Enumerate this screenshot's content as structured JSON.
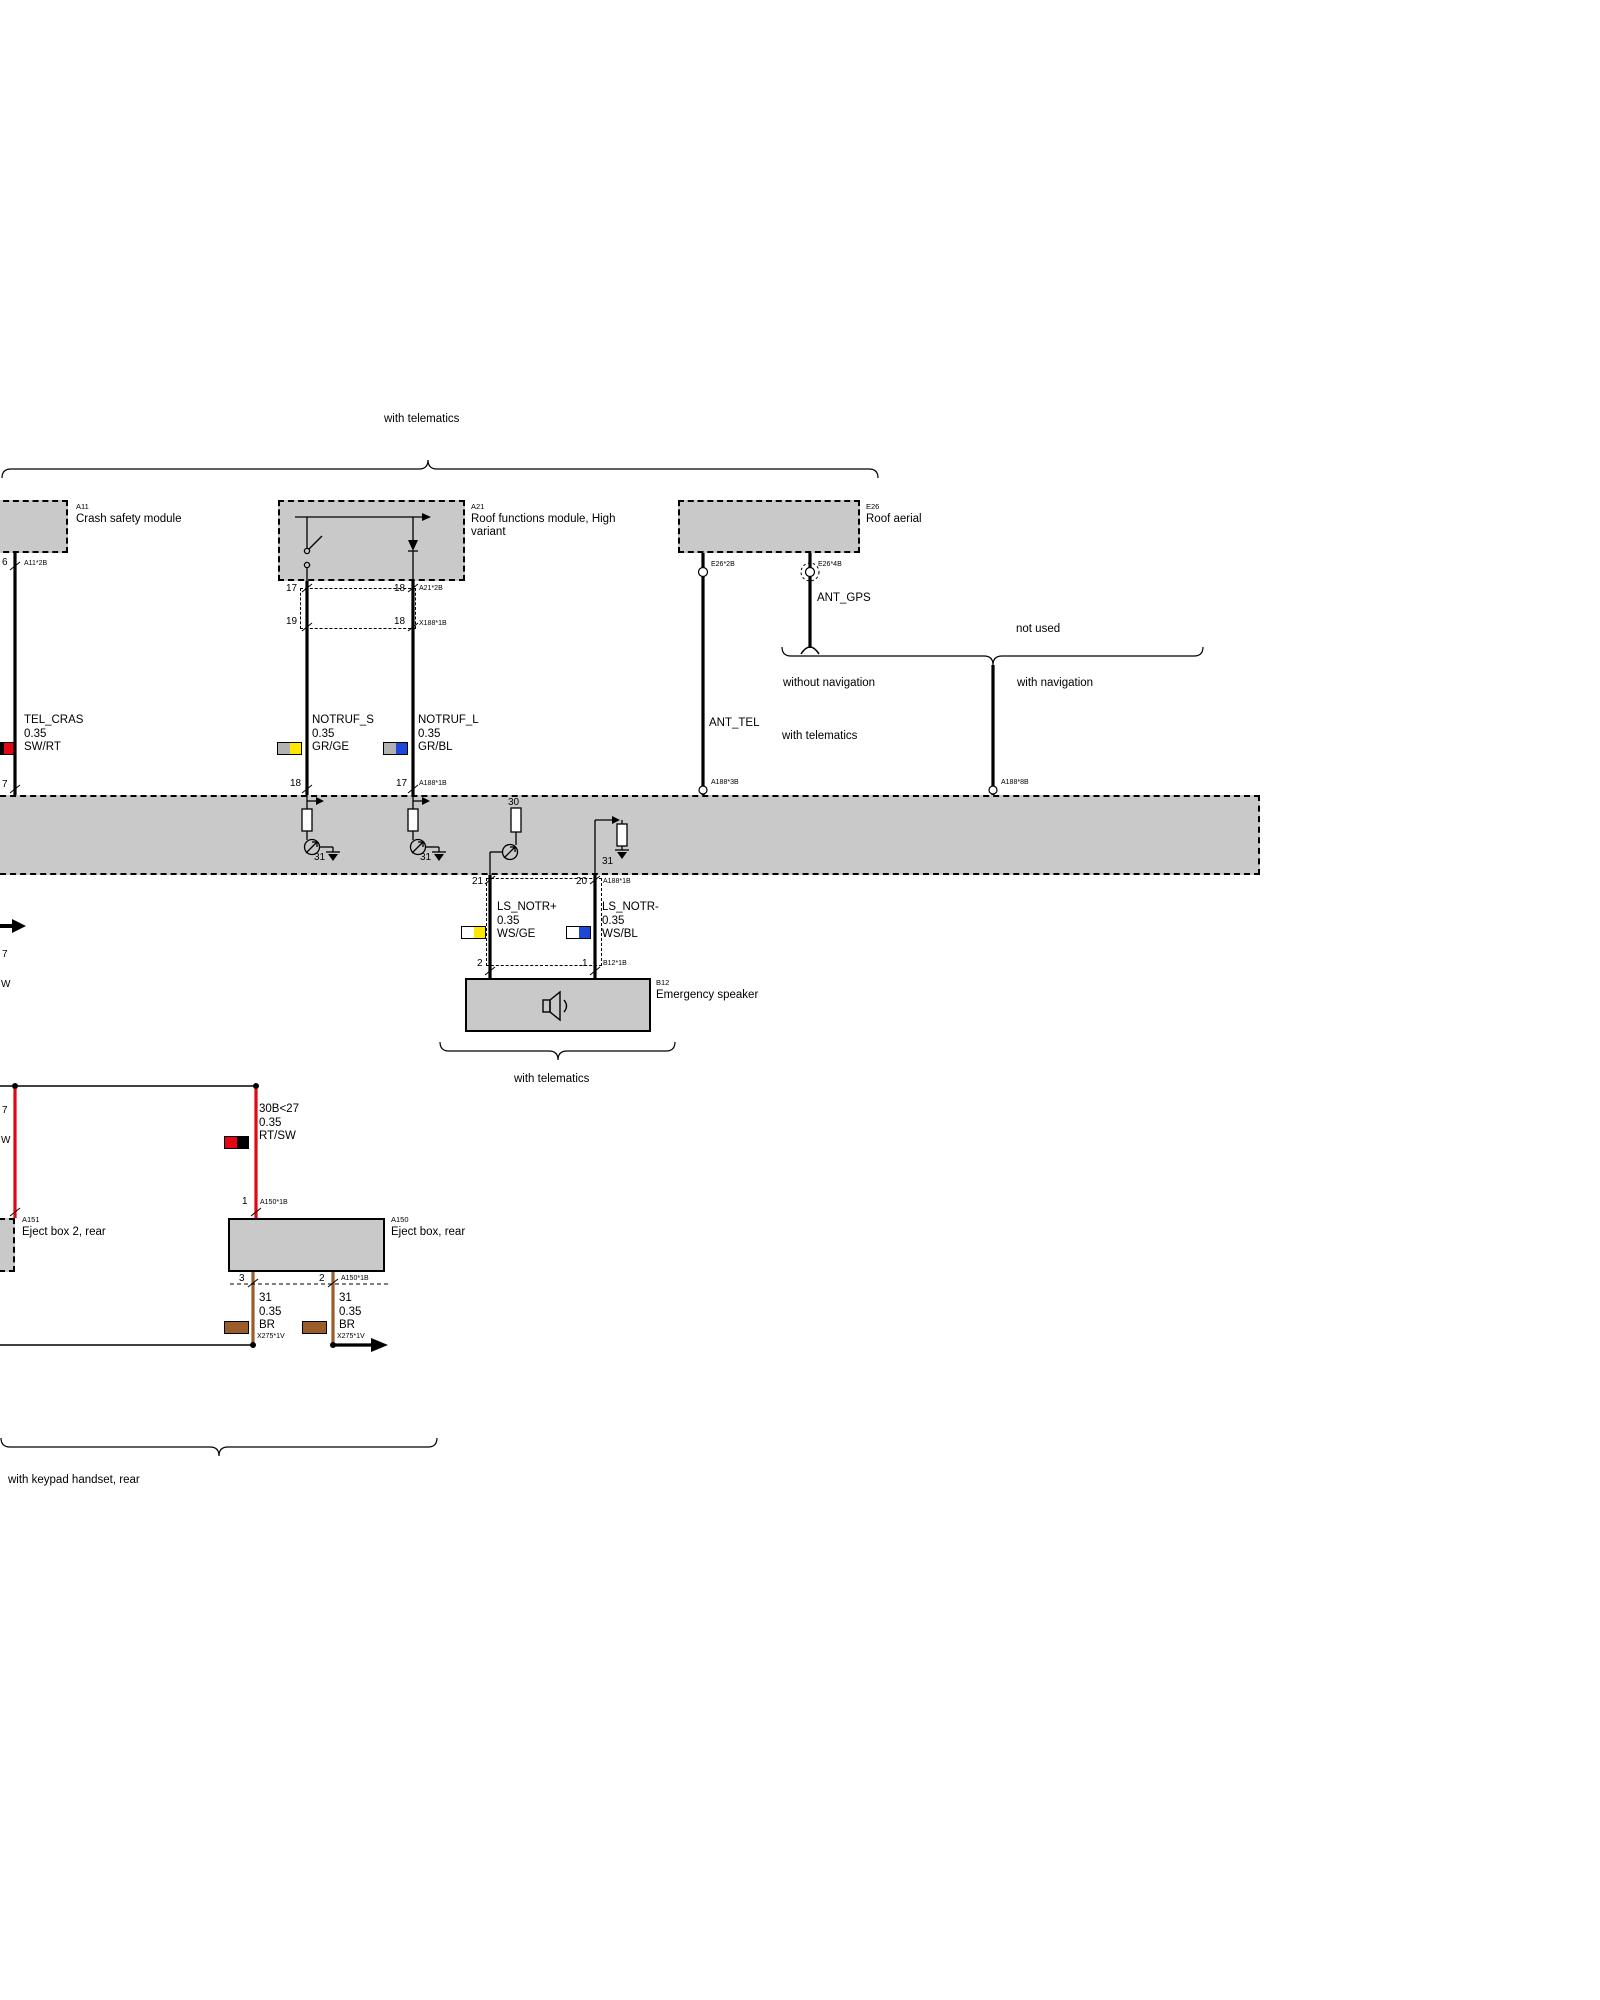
{
  "colors": {
    "box_fill": "#c9c9c9",
    "wire_black": "#000000",
    "wire_red": "#e30613",
    "wire_brown": "#9a5c28",
    "swatch_yellow": "#ffe600",
    "swatch_blue": "#1d47d8",
    "swatch_gray": "#b2b2b2",
    "swatch_white": "#ffffff"
  },
  "icons": {
    "speaker": "speaker-icon",
    "ground": "ground-icon",
    "continuation_arrow": "arrow-right-icon",
    "transistor": "transistor-icon"
  },
  "braces": {
    "top": "with telematics",
    "not_used": "not used",
    "without_nav": "without navigation",
    "with_nav": "with navigation",
    "ant_tel_option": "with telematics",
    "speaker": "with telematics",
    "bottom": "with keypad handset, rear"
  },
  "a11": {
    "code": "A11",
    "name": "Crash safety module",
    "pin_top": "6",
    "conn_top": "A11*2B"
  },
  "tel_cras": {
    "name": "TEL_CRAS",
    "size": "0.35",
    "color": "SW/RT",
    "pin_bottom": "7"
  },
  "a21": {
    "code": "A21",
    "name1": "Roof functions module, High",
    "name2": "variant",
    "pin_s_top": "17",
    "pin_l_top": "18",
    "conn_top": "A21*2B",
    "pin_s_mid": "19",
    "pin_l_mid": "18",
    "conn_mid": "X188*1B"
  },
  "notruf_s": {
    "name": "NOTRUF_S",
    "size": "0.35",
    "color": "GR/GE",
    "pin_bottom": "18"
  },
  "notruf_l": {
    "name": "NOTRUF_L",
    "size": "0.35",
    "color": "GR/BL",
    "pin_bottom": "17",
    "conn_bottom": "A188*1B"
  },
  "e26": {
    "code": "E26",
    "name": "Roof aerial",
    "conn_left": "E26*2B",
    "conn_right": "E26*4B"
  },
  "ant_gps": {
    "name": "ANT_GPS"
  },
  "ant_tel": {
    "name": "ANT_TEL",
    "conn_bottom": "A188*3B"
  },
  "nav_wire": {
    "conn_bottom": "A188*8B"
  },
  "band": {
    "t30": "30",
    "t31_a": "31",
    "t31_b": "31",
    "t31_c": "31"
  },
  "edge": {
    "f1": "7",
    "f2": "W",
    "f3": "7",
    "f4": "W"
  },
  "ls_p": {
    "pin_top": "21",
    "name": "LS_NOTR+",
    "size": "0.35",
    "color": "WS/GE",
    "pin_bottom": "2"
  },
  "ls_m": {
    "pin_top": "20",
    "conn_top": "A188*1B",
    "name": "LS_NOTR-",
    "size": "0.35",
    "color": "WS/BL",
    "pin_bottom": "1",
    "conn_bottom": "B12*1B"
  },
  "b12": {
    "code": "B12",
    "name": "Emergency speaker"
  },
  "power": {
    "name": "30B<27",
    "size": "0.35",
    "color": "RT/SW",
    "pin": "1",
    "conn": "A150*1B"
  },
  "a151": {
    "code": "A151",
    "name": "Eject box 2, rear"
  },
  "a150": {
    "code": "A150",
    "name": "Eject box, rear",
    "pin_left": "3",
    "pin_right": "2",
    "conn": "A150*1B"
  },
  "gnd_left": {
    "name": "31",
    "size": "0.35",
    "color": "BR",
    "conn": "X275*1V"
  },
  "gnd_right": {
    "name": "31",
    "size": "0.35",
    "color": "BR",
    "conn": "X275*1V"
  }
}
